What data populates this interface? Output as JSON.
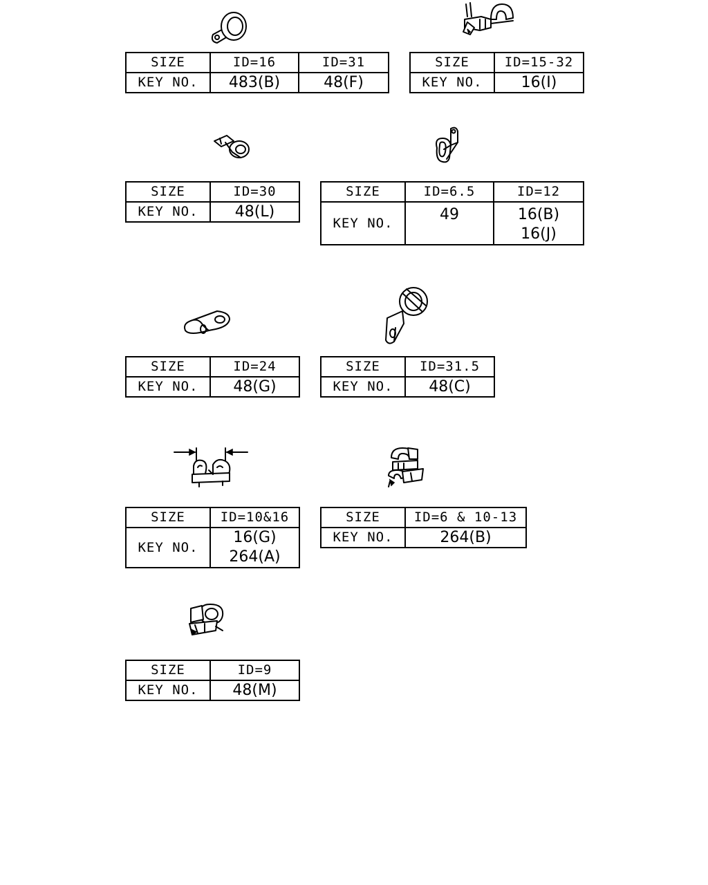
{
  "labels": {
    "size": "SIZE",
    "key": "KEY NO."
  },
  "clips": [
    {
      "sizes": [
        "ID=16",
        "ID=31"
      ],
      "keys": [
        "483(B)",
        "48(F)"
      ]
    },
    {
      "sizes": [
        "ID=15-32"
      ],
      "keys": [
        "16(I)"
      ]
    },
    {
      "sizes": [
        "ID=30"
      ],
      "keys": [
        "48(L)"
      ]
    },
    {
      "sizes": [
        "ID=6.5",
        "ID=12"
      ],
      "keys": [
        [
          "49"
        ],
        [
          "16(B)",
          "16(J)"
        ]
      ]
    },
    {
      "sizes": [
        "ID=24"
      ],
      "keys": [
        "48(G)"
      ]
    },
    {
      "sizes": [
        "ID=31.5"
      ],
      "keys": [
        "48(C)"
      ]
    },
    {
      "sizes": [
        "ID=10&16"
      ],
      "keys": [
        [
          "16(G)",
          "264(A)"
        ]
      ]
    },
    {
      "sizes": [
        "ID=6 & 10-13"
      ],
      "keys": [
        "264(B)"
      ]
    },
    {
      "sizes": [
        "ID=9"
      ],
      "keys": [
        "48(M)"
      ]
    }
  ]
}
